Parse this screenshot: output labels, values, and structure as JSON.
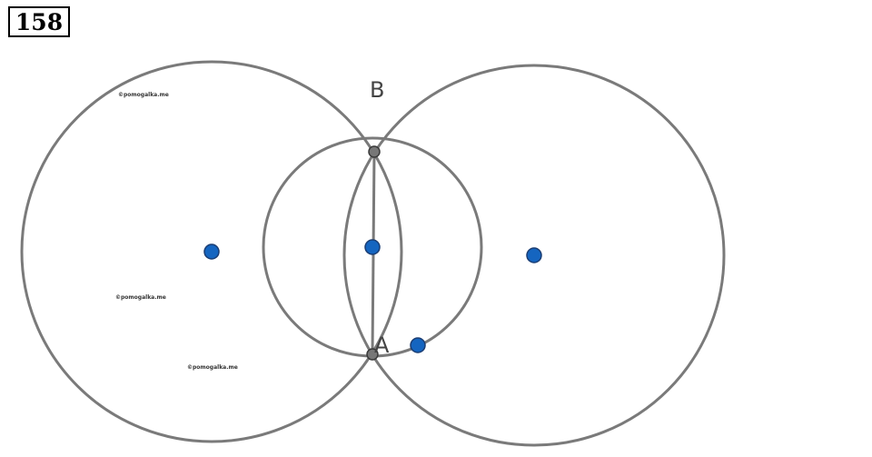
{
  "problem_number": "158",
  "labels": {
    "point_a": "A",
    "point_b": "B"
  },
  "watermark": "©pomogalka.me",
  "colors": {
    "circle_stroke": "#7a7a7a",
    "center_fill": "#1565c0",
    "intersection_fill": "#777777",
    "label_text": "#444444",
    "watermark_text": "#333333"
  }
}
